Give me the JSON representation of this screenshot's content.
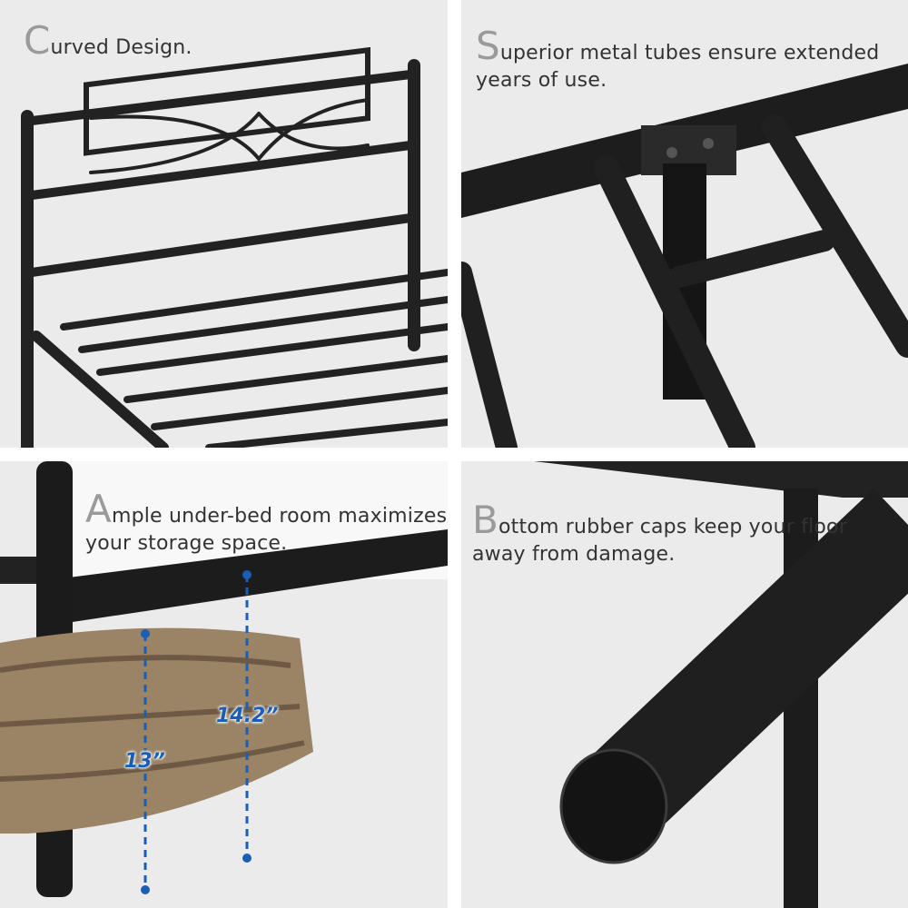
{
  "panels": [
    {
      "caption_initial": "C",
      "caption_rest": "urved Design."
    },
    {
      "caption_initial": "S",
      "caption_rest": "uperior metal tubes ensure extended years of use."
    },
    {
      "caption_initial": "A",
      "caption_rest": "mple under-bed room maximizes your storage space.",
      "measurements": [
        "13”",
        "14.2”"
      ]
    },
    {
      "caption_initial": "B",
      "caption_rest": "ottom rubber caps keep your floor away from damage."
    }
  ],
  "colors": {
    "background": "#ebebeb",
    "metal": "#1e1e1e",
    "measure": "#1a5fb4"
  }
}
